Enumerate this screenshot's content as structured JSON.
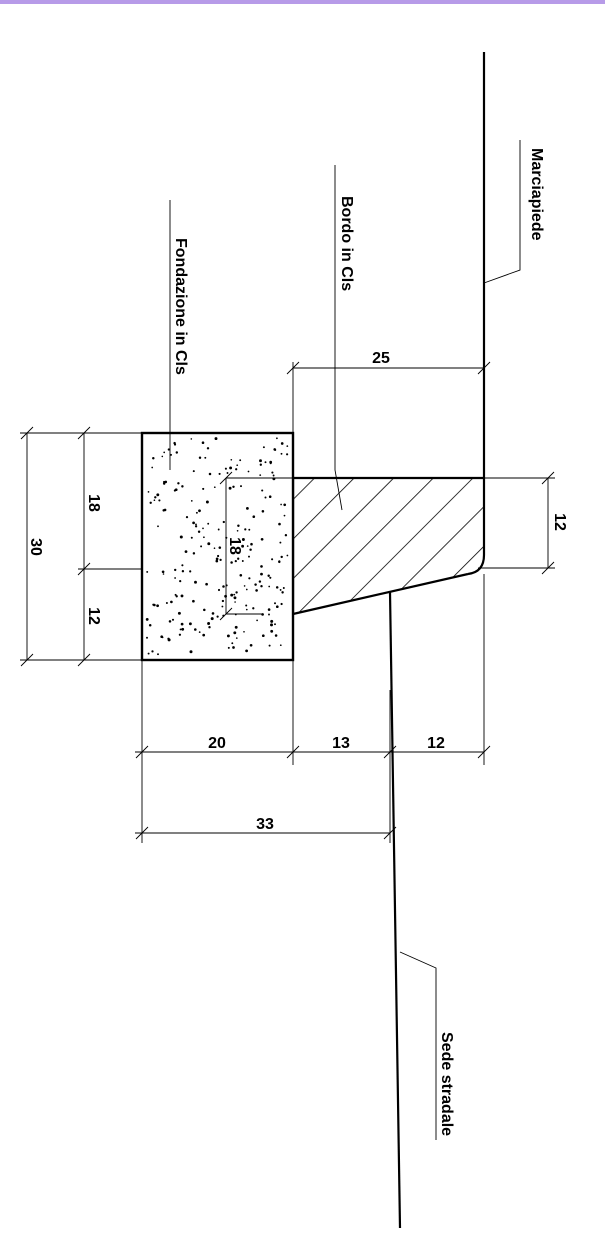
{
  "colors": {
    "top_bar": "#b79be8",
    "ink": "#000000"
  },
  "labels": {
    "marciapiede": "Marciapiede",
    "bordo": "Bordo in Cls",
    "fondazione": "Fondazione in Cls",
    "sede": "Sede stradale"
  },
  "dimensions": {
    "kerb_width": "25",
    "kerb_height": "12",
    "found_total": "30",
    "found_upper": "18",
    "found_lower": "12",
    "found_inner": "18",
    "found_width": "20",
    "kerb_offset": "13",
    "kerb_top": "12",
    "overall": "33"
  }
}
